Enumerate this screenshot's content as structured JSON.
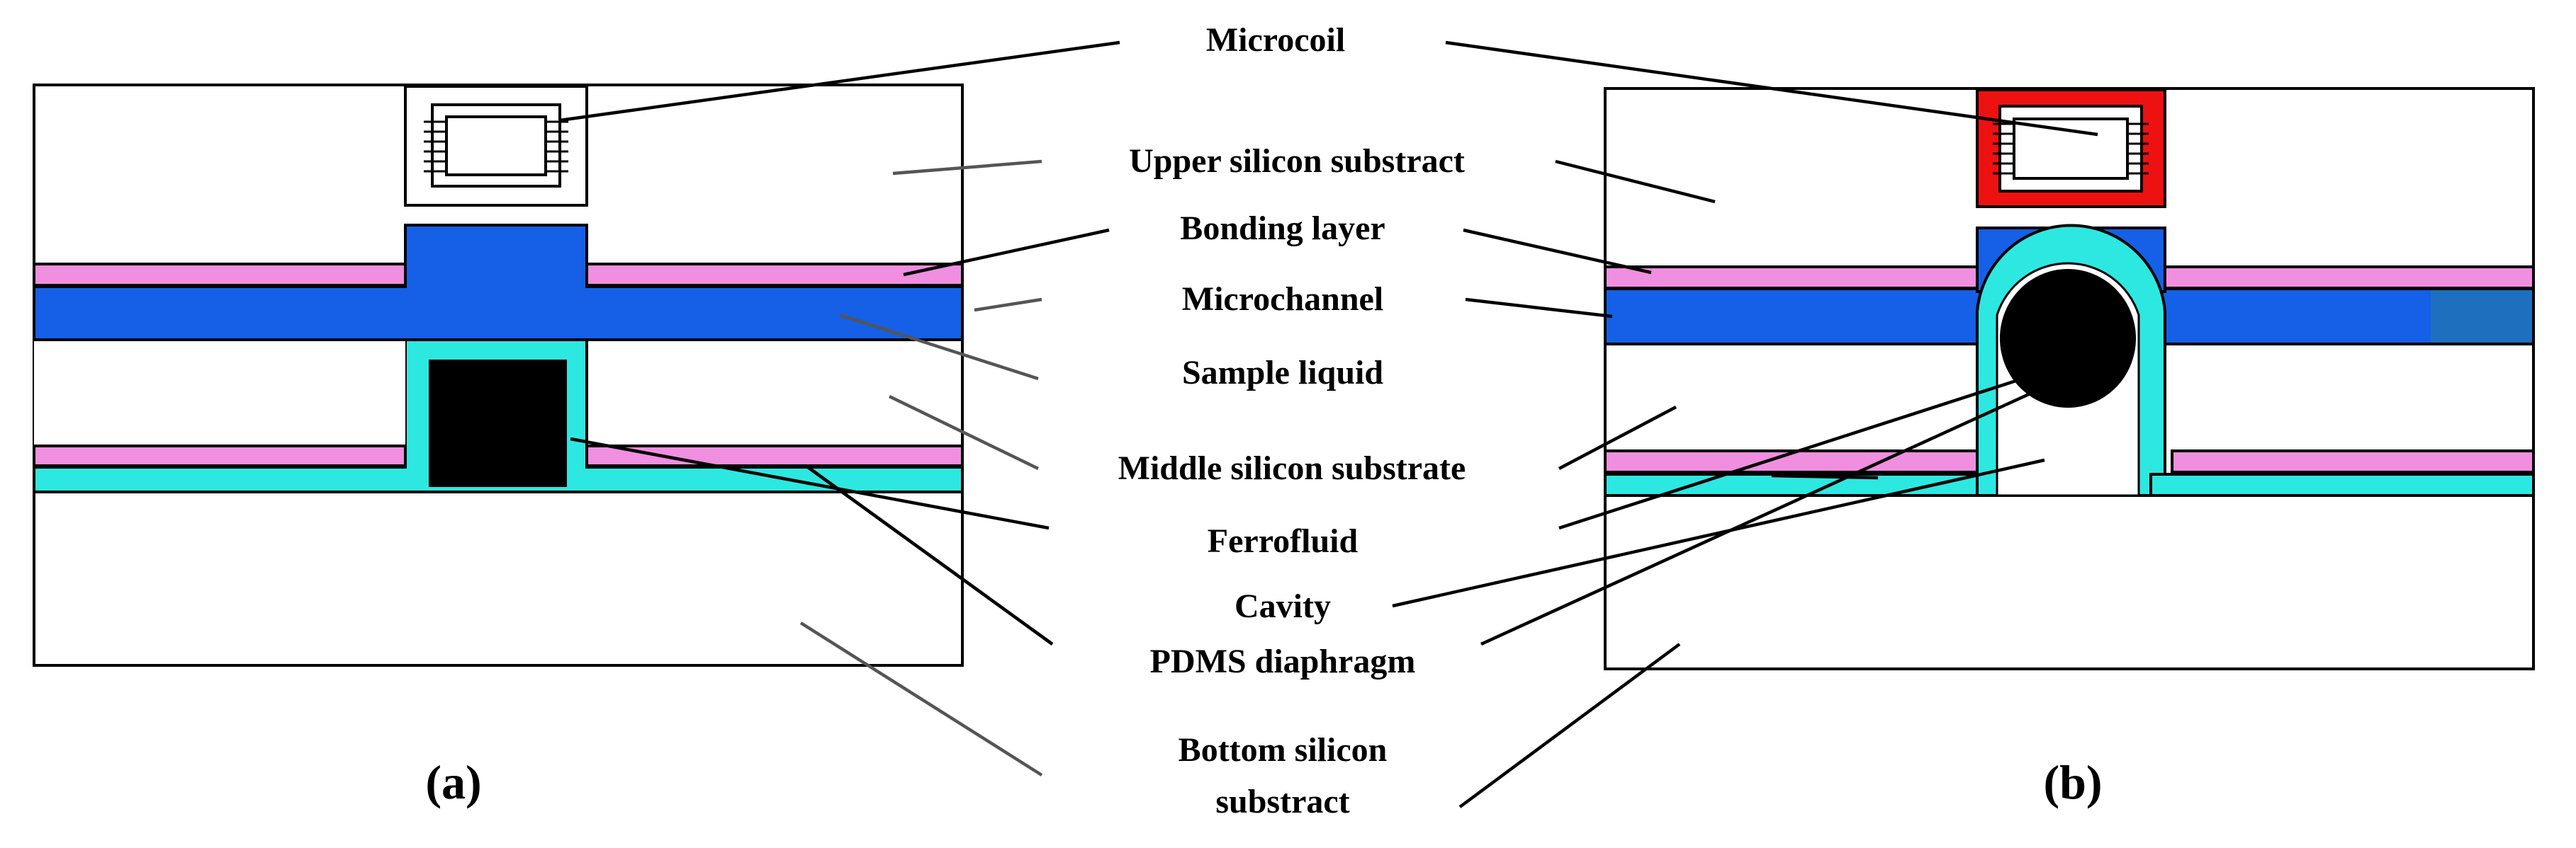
{
  "labels": {
    "microcoil": "Microcoil",
    "upper_substrate": "Upper silicon substract",
    "bonding_layer": "Bonding layer",
    "microchannel": "Microchannel",
    "sample_liquid": "Sample liquid",
    "middle_substrate": "Middle silicon substrate",
    "ferrofluid": "Ferrofluid",
    "cavity": "Cavity",
    "pdms_diaphragm": "PDMS diaphragm",
    "bottom_substrate_line1": "Bottom silicon",
    "bottom_substrate_line2": "substract"
  },
  "panels": {
    "a": "(a)",
    "b": "(b)"
  },
  "colors": {
    "substrate": "#ffffff",
    "bonding_layer": "#f08ee0",
    "microchannel": "#1560e6",
    "pdms_diaphragm": "#2de8e0",
    "ferrofluid": "#000000",
    "microcoil_active": "#ee1111",
    "outline": "#000000"
  }
}
